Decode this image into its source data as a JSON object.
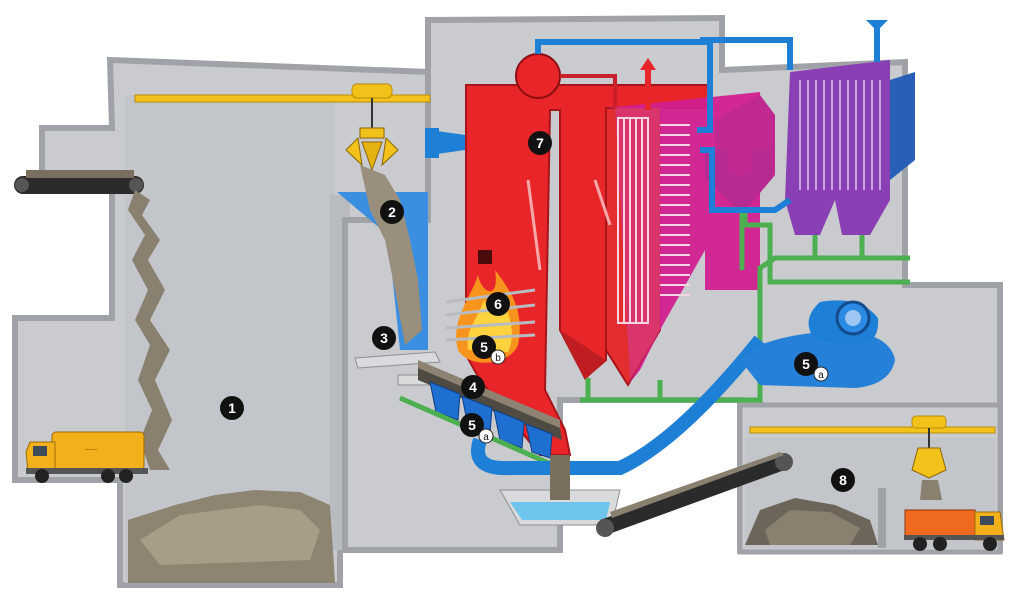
{
  "labels": {
    "n1": "1",
    "n2": "2",
    "n3": "3",
    "n4": "4",
    "n5a_grate": "5",
    "n5a_grate_sub": "a",
    "n5b": "5",
    "n5b_sub": "b",
    "n5a_fan": "5",
    "n5a_fan_sub": "a",
    "n6": "6",
    "n7": "7",
    "n8": "8"
  },
  "colors": {
    "building": "#c9cbce",
    "building_edge": "#9fa3a8",
    "furnace": "#e8262a",
    "boiler_magenta": "#d21f8f",
    "filter_purple": "#8b3fb5",
    "duct_blue": "#1e7fd6",
    "pipe_green": "#4caf50",
    "crane_yellow": "#f2c21b",
    "truck_yellow": "#f2b01b",
    "truck_orange": "#ef6a1e",
    "water": "#6ec6ef"
  }
}
